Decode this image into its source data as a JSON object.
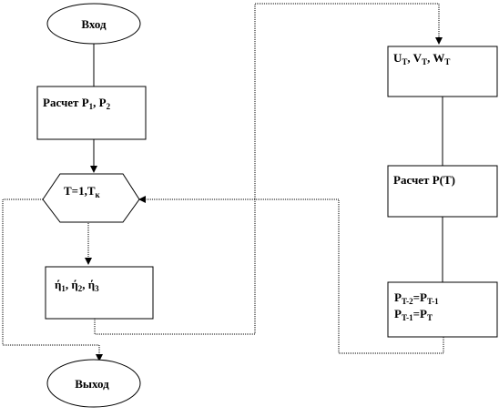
{
  "nodes": {
    "start": {
      "label": "Вход"
    },
    "calc_p": {
      "label": "Расчет P",
      "s1": "1",
      "sep": ", P",
      "s2": "2"
    },
    "loop": {
      "label": "T=1,T",
      "sub": "к"
    },
    "eta": {
      "a": "ή",
      "s1": "1",
      "sep1": ", ή",
      "s2": "2",
      "sep2": ", ή",
      "s3": "3"
    },
    "end": {
      "label": "Выход"
    },
    "uvw": {
      "a": "U",
      "s1": "T",
      "sep1": ", V",
      "s2": "T",
      "sep2": ", W",
      "s3": "T"
    },
    "calc_pt": {
      "label": "Расчет P(T)"
    },
    "update": {
      "l1a": "P",
      "l1s1": "T-2",
      "l1b": "=P",
      "l1s2": "T-1",
      "l2a": "P",
      "l2s1": "T-1",
      "l2b": "=P",
      "l2s2": "T"
    }
  }
}
